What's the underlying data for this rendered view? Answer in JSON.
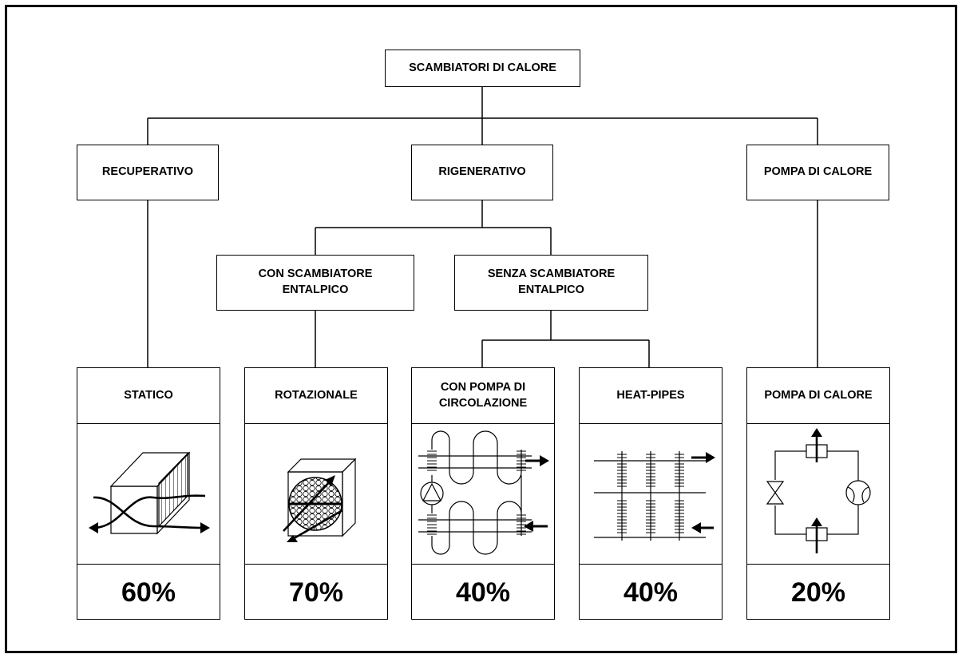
{
  "root": {
    "label": "SCAMBIATORI DI CALORE"
  },
  "level1": {
    "recuperativo": "RECUPERATIVO",
    "rigenerativo": "RIGENERATIVO",
    "pompa": "POMPA DI CALORE"
  },
  "level2": {
    "con_entalpico": "CON SCAMBIATORE\nENTALPICO",
    "senza_entalpico": "SENZA SCAMBIATORE\nENTALPICO"
  },
  "cards": [
    {
      "title": "STATICO",
      "icon": "static-exchanger-icon",
      "efficiency": "60%"
    },
    {
      "title": "ROTAZIONALE",
      "icon": "rotary-wheel-icon",
      "efficiency": "70%"
    },
    {
      "title": "CON POMPA DI\nCIRCOLAZIONE",
      "icon": "circulation-pump-loop-icon",
      "efficiency": "40%"
    },
    {
      "title": "HEAT-PIPES",
      "icon": "heat-pipes-icon",
      "efficiency": "40%"
    },
    {
      "title": "POMPA DI CALORE",
      "icon": "heat-pump-circuit-icon",
      "efficiency": "20%"
    }
  ]
}
